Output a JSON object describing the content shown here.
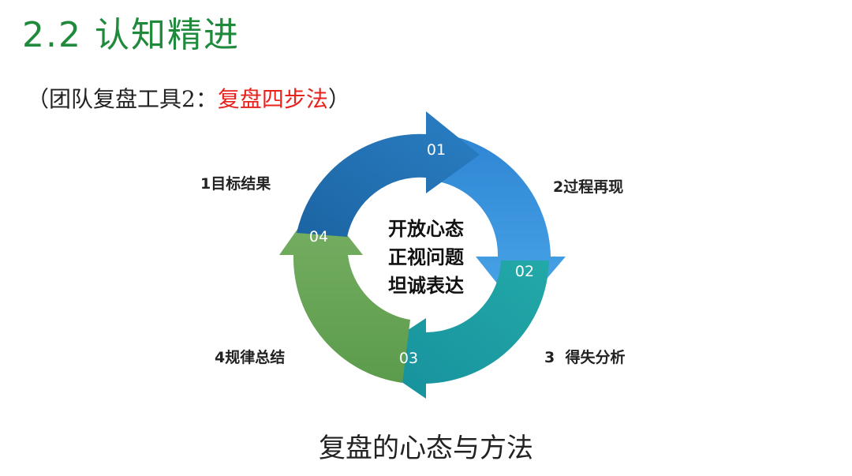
{
  "title": "2.2 认知精进",
  "subtitle": {
    "prefix": "（团队复盘工具2：",
    "highlight": "复盘四步法",
    "suffix": "）",
    "highlight_color": "#e8231e"
  },
  "cycle": {
    "arrows": [
      {
        "number": "01",
        "color": "#1f6fae"
      },
      {
        "number": "02",
        "color": "#3a93de"
      },
      {
        "number": "03",
        "color": "#1a9aa6"
      },
      {
        "number": "04",
        "color": "#6aa358"
      }
    ],
    "steps": [
      {
        "label": "1目标结果"
      },
      {
        "label": "2过程再现"
      },
      {
        "label": "3  得失分析"
      },
      {
        "label": "4规律总结"
      }
    ],
    "center_lines": [
      "开放心态",
      "正视问题",
      "坦诚表达"
    ]
  },
  "caption": "复盘的心态与方法",
  "colors": {
    "title": "#1f8a3c"
  }
}
